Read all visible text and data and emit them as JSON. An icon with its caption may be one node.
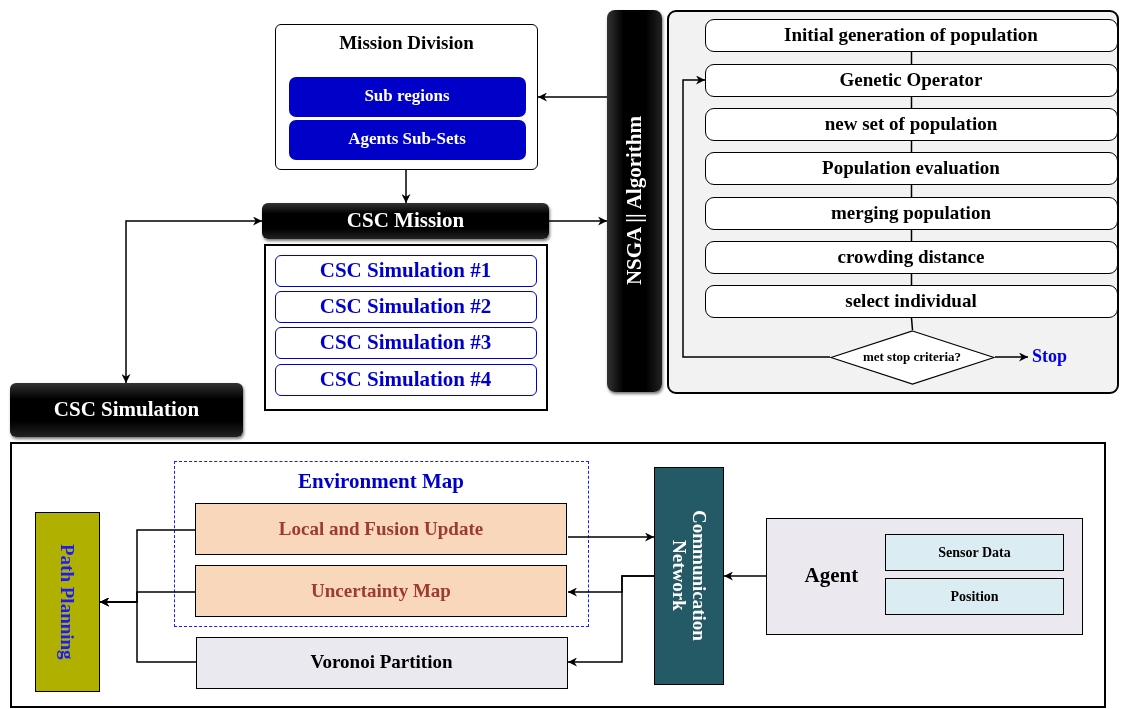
{
  "diagram": {
    "nodes": [
      {
        "text": [
          "Mission Division"
        ]
      },
      {
        "text": [
          "Sub regions"
        ],
        "in": 0
      },
      {
        "text": [
          "Agents Sub-Sets"
        ],
        "in": 0
      },
      {
        "text": [
          "CSC Mission"
        ]
      },
      {
        "text": [],
        "shape": "box"
      },
      {
        "text": [
          "CSC Simulation #1"
        ],
        "in": 4
      },
      {
        "text": [
          "CSC Simulation #2"
        ],
        "in": 4
      },
      {
        "text": [
          "CSC Simulation #3"
        ],
        "in": 4
      },
      {
        "text": [
          "CSC Simulation #4"
        ],
        "in": 4
      },
      {
        "text": [
          "CSC Simulation"
        ]
      },
      {
        "text": [
          "NSGA || Algorithm"
        ]
      },
      {
        "text": [],
        "shape": "box"
      },
      {
        "text": [
          "Initial generation of population"
        ],
        "in": 11
      },
      {
        "text": [
          "Genetic Operator"
        ],
        "in": 11
      },
      {
        "text": [
          "new set of population"
        ],
        "in": 11
      },
      {
        "text": [
          "Population evaluation"
        ],
        "in": 11
      },
      {
        "text": [
          "merging population"
        ],
        "in": 11
      },
      {
        "text": [
          "crowding distance"
        ],
        "in": 11
      },
      {
        "text": [
          "select individual"
        ],
        "in": 11
      },
      {
        "text": [
          "met stop criteria?"
        ],
        "in": 11
      },
      {
        "text": [
          "Stop"
        ],
        "in": 11
      },
      {
        "text": [],
        "shape": "box"
      },
      {
        "text": [
          "Environment Map"
        ],
        "in": 21
      },
      {
        "text": [
          "Local and Fusion Update"
        ],
        "in": 22
      },
      {
        "text": [
          "Uncertainty Map"
        ],
        "in": 22
      },
      {
        "text": [
          "Voronoi Partition"
        ],
        "in": 21
      },
      {
        "text": [
          "Path Planning"
        ],
        "in": 21
      },
      {
        "text": [
          "Communication Network"
        ],
        "in": 21
      },
      {
        "text": [
          "Agent"
        ],
        "in": 21
      },
      {
        "text": [
          "Sensor Data"
        ],
        "in": 28
      },
      {
        "text": [
          "Position"
        ],
        "in": 28
      }
    ],
    "edges": [
      {
        "from": 10,
        "to": 0,
        "arrow": "to"
      },
      {
        "from": 0,
        "to": 3,
        "arrow": "to"
      },
      {
        "from": 3,
        "to": 10,
        "arrow": "to"
      },
      {
        "from": 3,
        "to": 9,
        "arrow": "both"
      },
      {
        "from": 12,
        "to": 13,
        "arrow": "none"
      },
      {
        "from": 13,
        "to": 14,
        "arrow": "none"
      },
      {
        "from": 14,
        "to": 15,
        "arrow": "none"
      },
      {
        "from": 15,
        "to": 16,
        "arrow": "none"
      },
      {
        "from": 16,
        "to": 17,
        "arrow": "none"
      },
      {
        "from": 17,
        "to": 18,
        "arrow": "none"
      },
      {
        "from": 18,
        "to": 19,
        "arrow": "none"
      },
      {
        "from": 19,
        "to": 13,
        "arrow": "to"
      },
      {
        "from": 19,
        "to": 20,
        "arrow": "to"
      },
      {
        "from": 23,
        "to": 27,
        "arrow": "to"
      },
      {
        "from": 27,
        "to": 24,
        "arrow": "to"
      },
      {
        "from": 27,
        "to": 25,
        "arrow": "to"
      },
      {
        "from": 28,
        "to": 27,
        "arrow": "to"
      },
      {
        "from": 23,
        "to": 26,
        "arrow": "to"
      },
      {
        "from": 24,
        "to": 26,
        "arrow": "to"
      },
      {
        "from": 25,
        "to": 26,
        "arrow": "to"
      }
    ]
  }
}
